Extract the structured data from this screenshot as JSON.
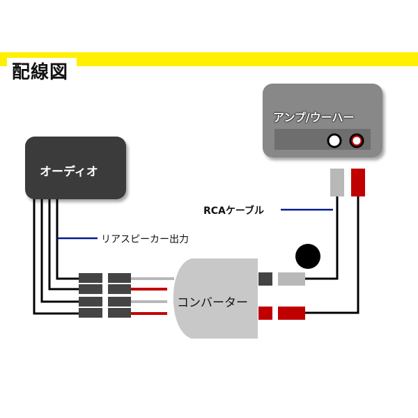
{
  "title": "配線図",
  "devices": {
    "audio": {
      "label": "オーディオ"
    },
    "amp": {
      "label": "アンプ/ウーハー"
    },
    "converter": {
      "label": "コンバーター"
    }
  },
  "annotations": {
    "rear_speaker_output": "リアスピーカー出力",
    "rca_cable": "RCAケーブル"
  },
  "colors": {
    "title_bar": "#ffef00",
    "audio_box": "#3a3a3a",
    "amp_box": "#888888",
    "converter": "#c8c8c8",
    "connector_dark": "#444444",
    "wire_red": "#c00000",
    "wire_gray": "#b8b8b8",
    "leader_blue": "#001a8c"
  }
}
